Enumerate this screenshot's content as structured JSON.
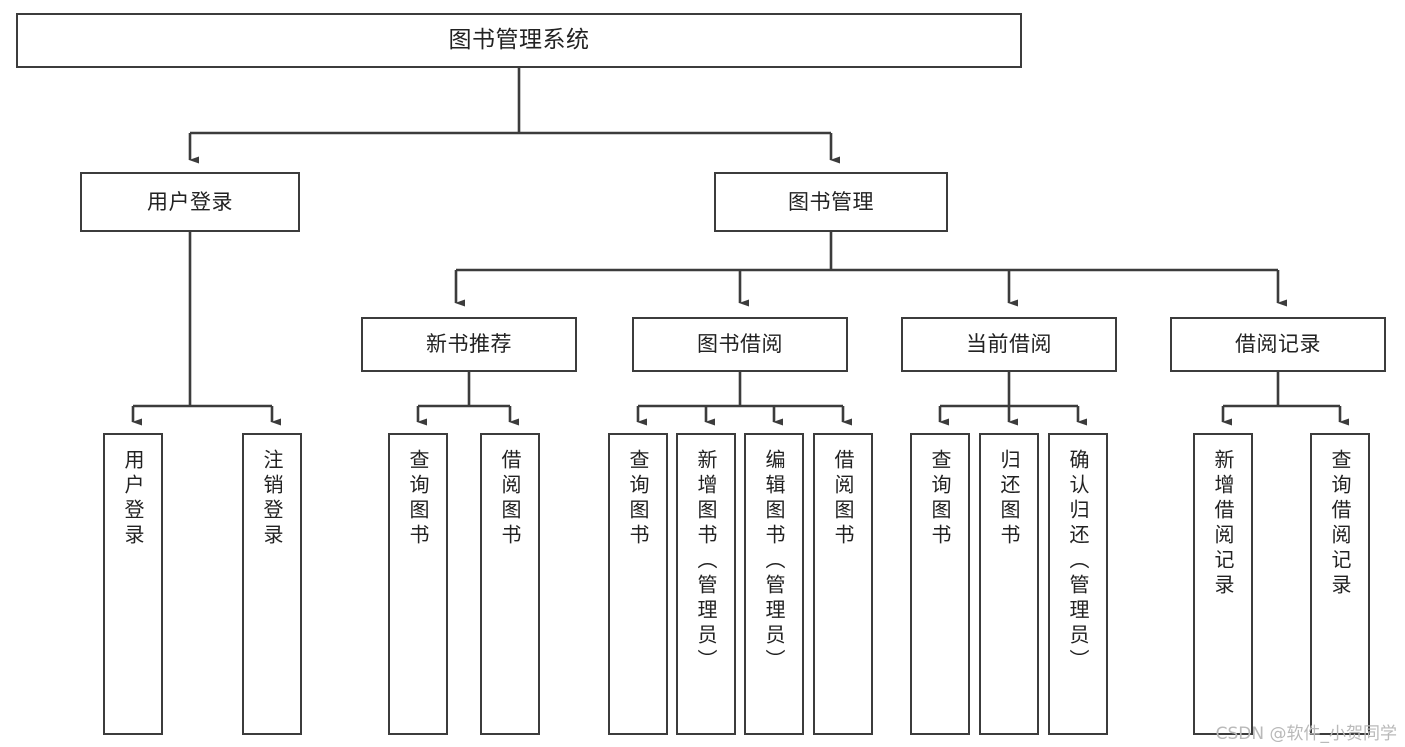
{
  "diagram": {
    "title": "图书管理系统",
    "watermark": "CSDN @软件_小贺同学",
    "colors": {
      "background": "#ffffff",
      "border": "#3c3c3c",
      "text": "#222222",
      "edge": "#3c3c3c",
      "watermark": "#b9b9b9"
    },
    "levels": {
      "level1": [
        {
          "id": "root",
          "label": "图书管理系统"
        }
      ],
      "level2": [
        {
          "id": "user-login",
          "label": "用户登录"
        },
        {
          "id": "book-management",
          "label": "图书管理"
        }
      ],
      "level3": [
        {
          "id": "new-book-recommend",
          "label": "新书推荐"
        },
        {
          "id": "book-borrow",
          "label": "图书借阅"
        },
        {
          "id": "current-borrow",
          "label": "当前借阅"
        },
        {
          "id": "borrow-record",
          "label": "借阅记录"
        }
      ],
      "level4": [
        {
          "id": "leaf-user-login",
          "label": "用户登录",
          "parent": "user-login"
        },
        {
          "id": "leaf-logout-login",
          "label": "注销登录",
          "parent": "user-login"
        },
        {
          "id": "leaf-query-book-1",
          "label": "查询图书",
          "parent": "new-book-recommend"
        },
        {
          "id": "leaf-borrow-book-1",
          "label": "借阅图书",
          "parent": "new-book-recommend"
        },
        {
          "id": "leaf-query-book-2",
          "label": "查询图书",
          "parent": "book-borrow"
        },
        {
          "id": "leaf-add-book",
          "label": "新增图书（管理员）",
          "parent": "book-borrow"
        },
        {
          "id": "leaf-edit-book",
          "label": "编辑图书（管理员）",
          "parent": "book-borrow"
        },
        {
          "id": "leaf-borrow-book-2",
          "label": "借阅图书",
          "parent": "book-borrow"
        },
        {
          "id": "leaf-query-book-3",
          "label": "查询图书",
          "parent": "current-borrow"
        },
        {
          "id": "leaf-return-book",
          "label": "归还图书",
          "parent": "current-borrow"
        },
        {
          "id": "leaf-confirm-return",
          "label": "确认归还（管理员）",
          "parent": "current-borrow"
        },
        {
          "id": "leaf-add-record",
          "label": "新增借阅记录",
          "parent": "borrow-record"
        },
        {
          "id": "leaf-query-record",
          "label": "查询借阅记录",
          "parent": "borrow-record"
        }
      ]
    }
  }
}
